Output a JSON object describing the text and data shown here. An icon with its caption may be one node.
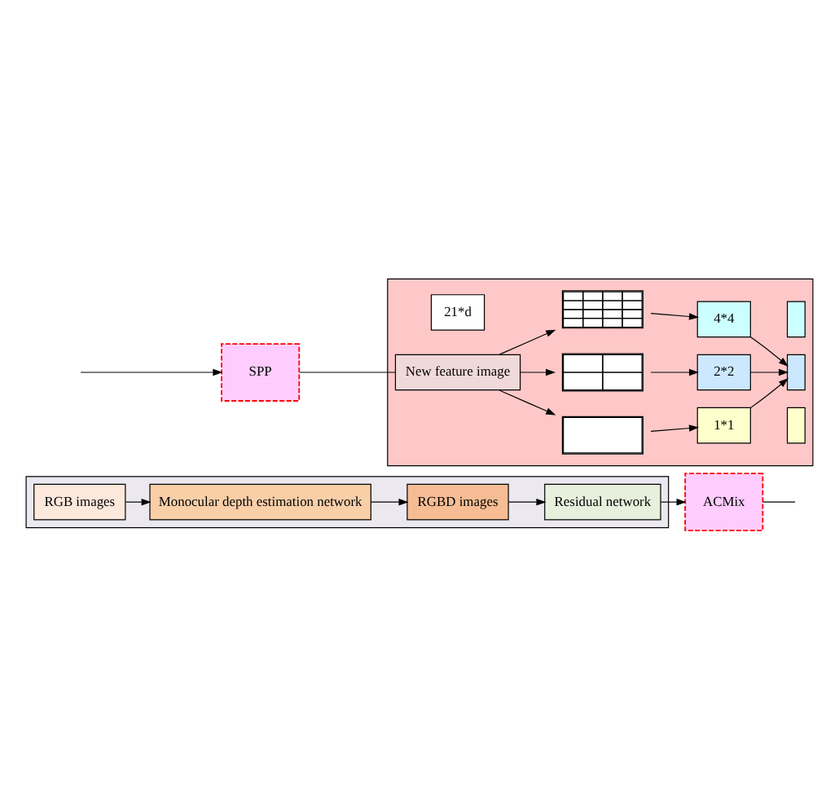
{
  "diagram": {
    "nodes": [
      {
        "text": [],
        "shape": "box"
      },
      {
        "text": [
          "RGB images"
        ],
        "in": 0
      },
      {
        "text": [
          "Monocular depth estimation network"
        ],
        "in": 0
      },
      {
        "text": [
          "RGBD images"
        ],
        "in": 0
      },
      {
        "text": [
          "Residual network"
        ],
        "in": 0
      },
      {
        "text": [
          "ACMix"
        ]
      },
      {
        "text": [
          "SPP"
        ]
      },
      {
        "text": [],
        "shape": "box"
      },
      {
        "text": [
          "21*d"
        ],
        "in": 7
      },
      {
        "text": [],
        "shape": "bar",
        "in": 7
      },
      {
        "text": [],
        "shape": "bar",
        "in": 7
      },
      {
        "text": [],
        "shape": "bar",
        "in": 7
      },
      {
        "text": [
          "4*4"
        ],
        "in": 7
      },
      {
        "text": [
          "2*2"
        ],
        "in": 7
      },
      {
        "text": [
          "1*1"
        ],
        "in": 7
      },
      {
        "text": [],
        "shape": "box",
        "in": 7
      },
      {
        "text": [],
        "shape": "box",
        "in": 7
      },
      {
        "text": [],
        "shape": "box",
        "in": 7
      },
      {
        "text": [
          "New feature image"
        ],
        "in": 7
      }
    ],
    "edges": [
      {
        "from": 1,
        "to": 2,
        "arrow": "to"
      },
      {
        "from": 2,
        "to": 3,
        "arrow": "to"
      },
      {
        "from": 3,
        "to": 4,
        "arrow": "to"
      },
      {
        "from": 4,
        "to": 5,
        "arrow": "to"
      },
      {
        "from": 5,
        "to": null,
        "arrow": "none"
      },
      {
        "from": null,
        "to": 6,
        "arrow": "to"
      },
      {
        "from": 6,
        "to": 18,
        "arrow": "none"
      },
      {
        "from": 18,
        "to": 15,
        "arrow": "to"
      },
      {
        "from": 18,
        "to": 16,
        "arrow": "to"
      },
      {
        "from": 18,
        "to": 17,
        "arrow": "to"
      },
      {
        "from": 15,
        "to": 12,
        "arrow": "to"
      },
      {
        "from": 16,
        "to": 13,
        "arrow": "to"
      },
      {
        "from": 17,
        "to": 14,
        "arrow": "to"
      },
      {
        "from": 12,
        "to": 10,
        "arrow": "to"
      },
      {
        "from": 13,
        "to": 10,
        "arrow": "to"
      },
      {
        "from": 14,
        "to": 10,
        "arrow": "to"
      }
    ]
  }
}
